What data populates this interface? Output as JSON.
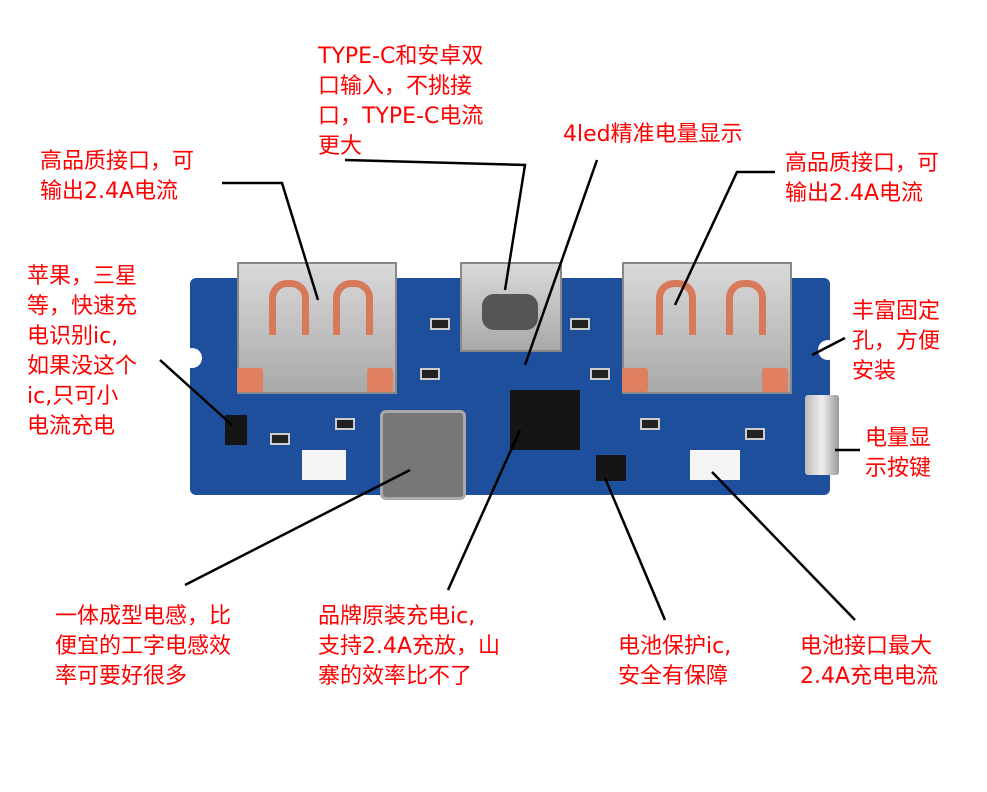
{
  "labels": {
    "typec": [
      "TYPE-C和安卓双",
      "口输入，不挑接",
      "口，TYPE-C电流",
      "更大"
    ],
    "led": [
      "4led精准电量显示"
    ],
    "usb_left": [
      "高品质接口，可",
      "输出2.4A电流"
    ],
    "usb_right": [
      "高品质接口，可",
      "输出2.4A电流"
    ],
    "fast_charge": [
      "苹果，三星",
      "等，快速充",
      "电识别ic,",
      "如果没这个",
      "ic,只可小",
      "电流充电"
    ],
    "holes": [
      "丰富固定",
      "孔，方便",
      "安装"
    ],
    "button": [
      "电量显",
      "示按键"
    ],
    "inductor": [
      "一体成型电感，比",
      "便宜的工字电感效",
      "率可要好很多"
    ],
    "charger_ic": [
      "品牌原装充电ic,",
      "支持2.4A充放，山",
      "寨的效率比不了"
    ],
    "protect_ic": [
      "电池保护ic,",
      "安全有保障"
    ],
    "battery": [
      "电池接口最大",
      "2.4A充电电流"
    ]
  },
  "colors": {
    "label": "#ff0000",
    "board": "#1d4f9c",
    "line": "#000000"
  }
}
